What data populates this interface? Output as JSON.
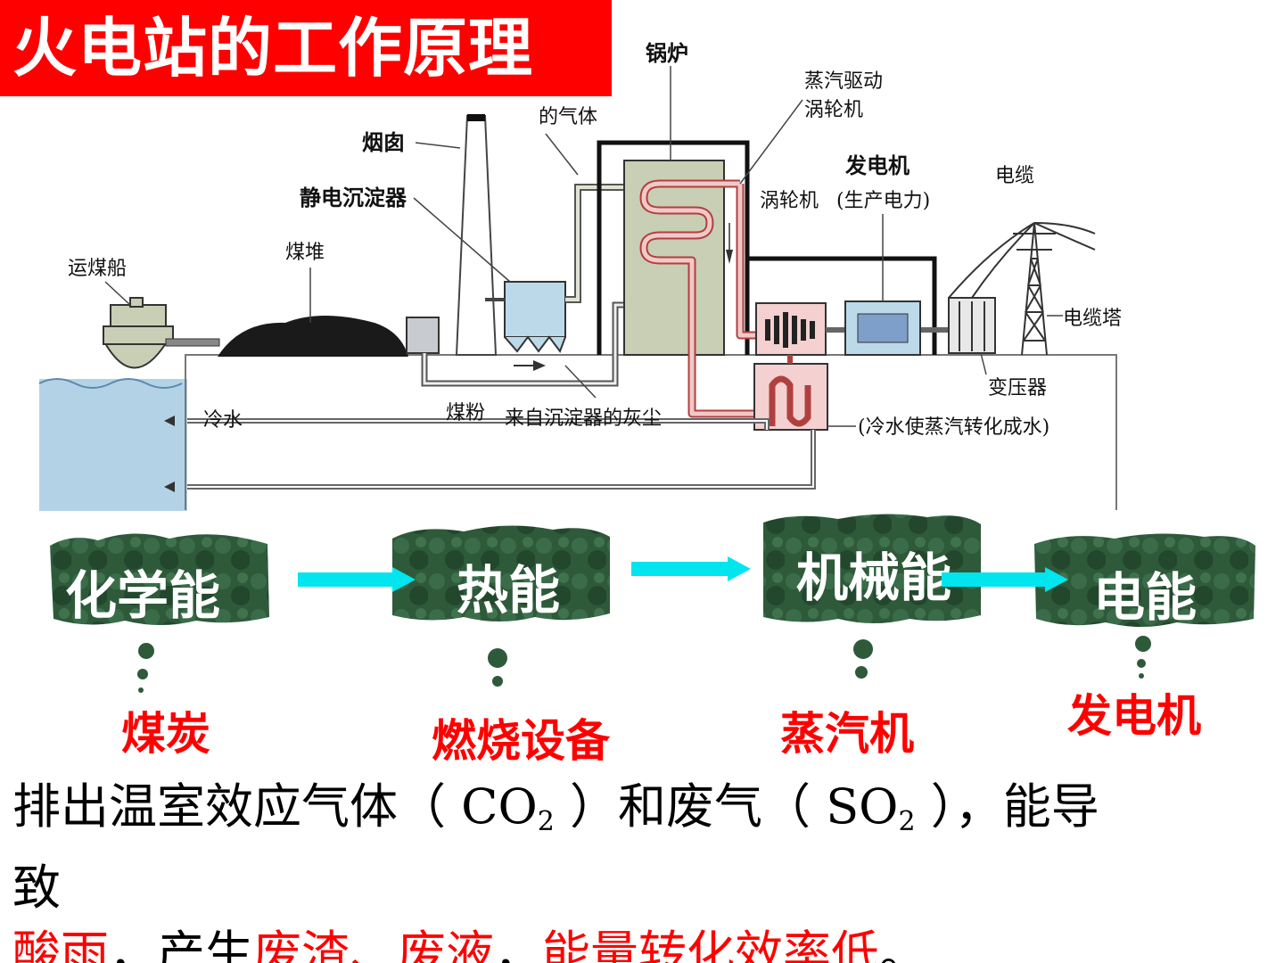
{
  "title": "火电站的工作原理",
  "diagram_labels": {
    "boiler": "锅炉",
    "gas": "的气体",
    "steam_turbine_line1": "蒸汽驱动",
    "steam_turbine_line2": "涡轮机",
    "chimney": "烟囱",
    "precipitator": "静电沉淀器",
    "generator": "发电机",
    "generator_note": "(生产电力)",
    "turbine": "涡轮机",
    "cable": "电缆",
    "coal_pile": "煤堆",
    "coal_ship": "运煤船",
    "cable_tower": "电缆塔",
    "transformer": "变压器",
    "cold_water": "冷水",
    "coal_powder": "煤粉",
    "ash": "来自沉淀器的灰尘",
    "condenser_note": "(冷水使蒸汽转化成水)"
  },
  "energy_flow": {
    "stages": [
      {
        "energy": "化学能",
        "device": "煤炭"
      },
      {
        "energy": "热能",
        "device": "燃烧设备"
      },
      {
        "energy": "机械能",
        "device": "蒸汽机"
      },
      {
        "energy": "电能",
        "device": "发电机"
      }
    ]
  },
  "bottom": {
    "line1_a": "排出温室效应气体（ CO",
    "line1_sub1": "2",
    "line1_b": " ）和废气（ SO",
    "line1_sub2": "2",
    "line1_c": " ），能导",
    "line2": "致",
    "line3_red1": "酸雨",
    "line3_black1": "，产生",
    "line3_red2": "废渣、废液",
    "line3_black2": "，",
    "line3_red3": "能量转化效率低",
    "line3_black3": "。"
  },
  "colors": {
    "title_bg": "#ff0000",
    "blob": "#2e5a3a",
    "arrow": "#00e5ee",
    "device_text": "#ff0000",
    "water": "#b4d2e6",
    "boiler": "#c8cfb4"
  }
}
